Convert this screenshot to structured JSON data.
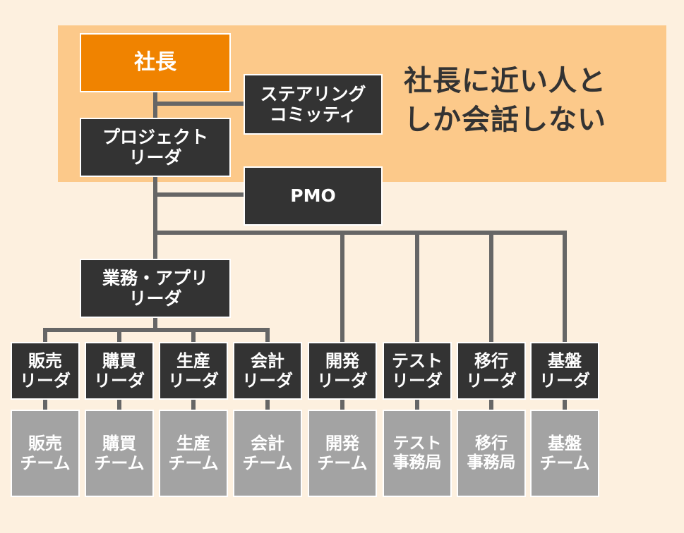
{
  "title": "社長に近い人と\nしか会話しない",
  "top": {
    "president": "社長",
    "steering": "ステアリング\nコミッティ",
    "project_leader": "プロジェクト\nリーダ",
    "pmo": "PMO",
    "business_app_leader": "業務・アプリ\nリーダ"
  },
  "leaders": [
    "販売\nリーダ",
    "購買\nリーダ",
    "生産\nリーダ",
    "会計\nリーダ",
    "開発\nリーダ",
    "テスト\nリーダ",
    "移行\nリーダ",
    "基盤\nリーダ"
  ],
  "teams": [
    "販売\nチーム",
    "購買\nチーム",
    "生産\nチーム",
    "会計\nチーム",
    "開発\nチーム",
    "テスト\n事務局",
    "移行\n事務局",
    "基盤\nチーム"
  ],
  "colors": {
    "background": "#fdf0df",
    "highlight": "#fcc98a",
    "president": "#f08300",
    "dark_box": "#333333",
    "team_box": "#a3a3a3",
    "connector": "#666666"
  }
}
